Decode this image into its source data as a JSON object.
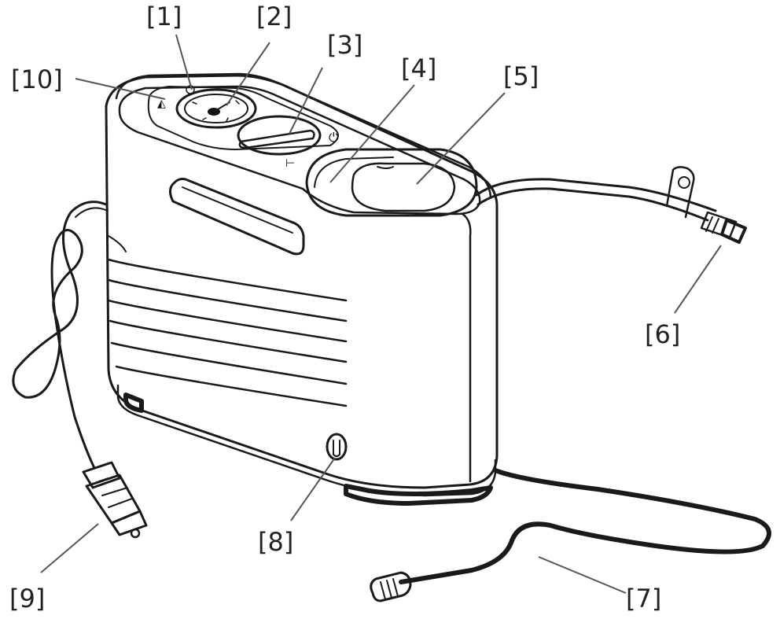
{
  "callouts": [
    {
      "id": "1",
      "label": "[1]"
    },
    {
      "id": "2",
      "label": "[2]"
    },
    {
      "id": "3",
      "label": "[3]"
    },
    {
      "id": "4",
      "label": "[4]"
    },
    {
      "id": "5",
      "label": "[5]"
    },
    {
      "id": "6",
      "label": "[6]"
    },
    {
      "id": "7",
      "label": "[7]"
    },
    {
      "id": "8",
      "label": "[8]"
    },
    {
      "id": "9",
      "label": "[9]"
    },
    {
      "id": "10",
      "label": "[10]"
    }
  ],
  "colors": {
    "line_art": "#1a1a1a",
    "leader": "#555555",
    "background": "#ffffff"
  }
}
